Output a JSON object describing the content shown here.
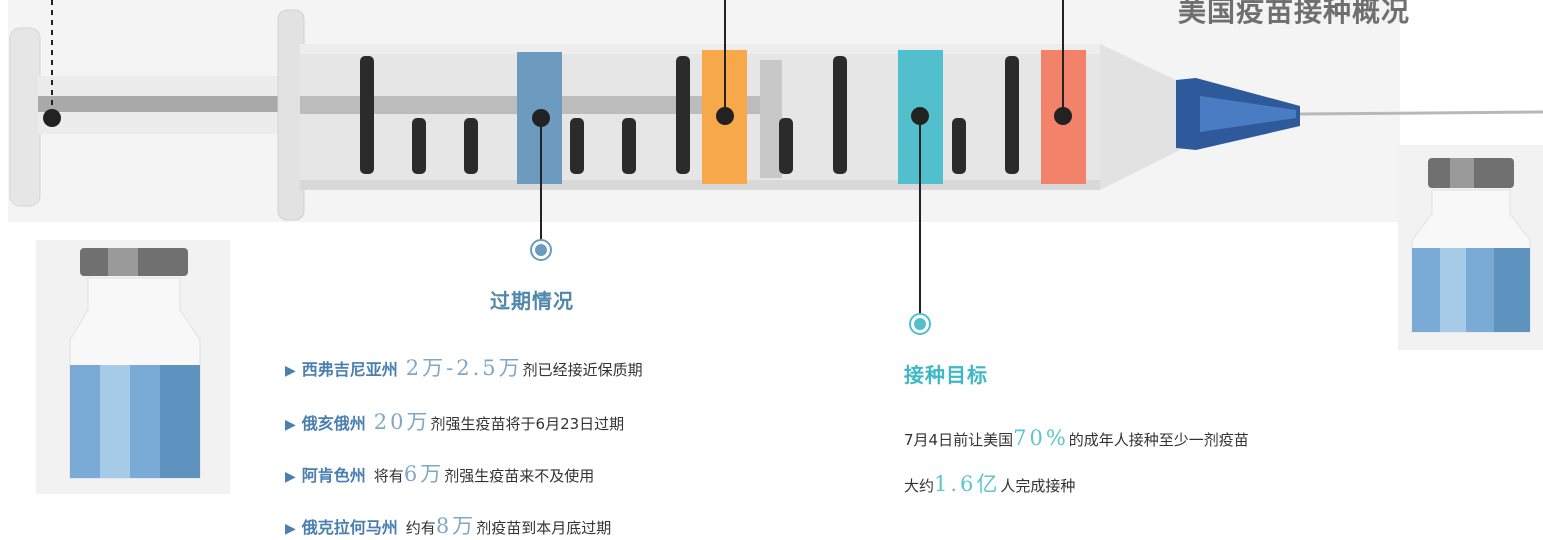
{
  "title": "美国疫苗接种概况",
  "expire": {
    "heading": "过期情况",
    "items": [
      {
        "state": "西弗吉尼亚州",
        "number": "2万-2.5万",
        "text": "剂已经接近保质期"
      },
      {
        "state": "俄亥俄州",
        "number": "20万",
        "text": "剂强生疫苗将于6月23日过期"
      },
      {
        "state": "阿肯色州",
        "prefix": "将有",
        "number": "6万",
        "text": "剂强生疫苗来不及使用"
      },
      {
        "state": "俄克拉何马州",
        "prefix": "约有",
        "number": "8万",
        "text": "剂疫苗到本月底过期"
      }
    ]
  },
  "target": {
    "heading": "接种目标",
    "line1": {
      "prefix": "7月4日前让美国",
      "number": "70%",
      "suffix": "的成年人接种至少一剂疫苗"
    },
    "line2": {
      "prefix": "大约",
      "number": "1.6亿",
      "suffix": "人完成接种"
    }
  },
  "colors": {
    "blue": "#6d9bbf",
    "orange": "#f7a84a",
    "teal": "#52c0cc",
    "coral": "#f2836a",
    "needle_blue": "#2e5a9c"
  }
}
